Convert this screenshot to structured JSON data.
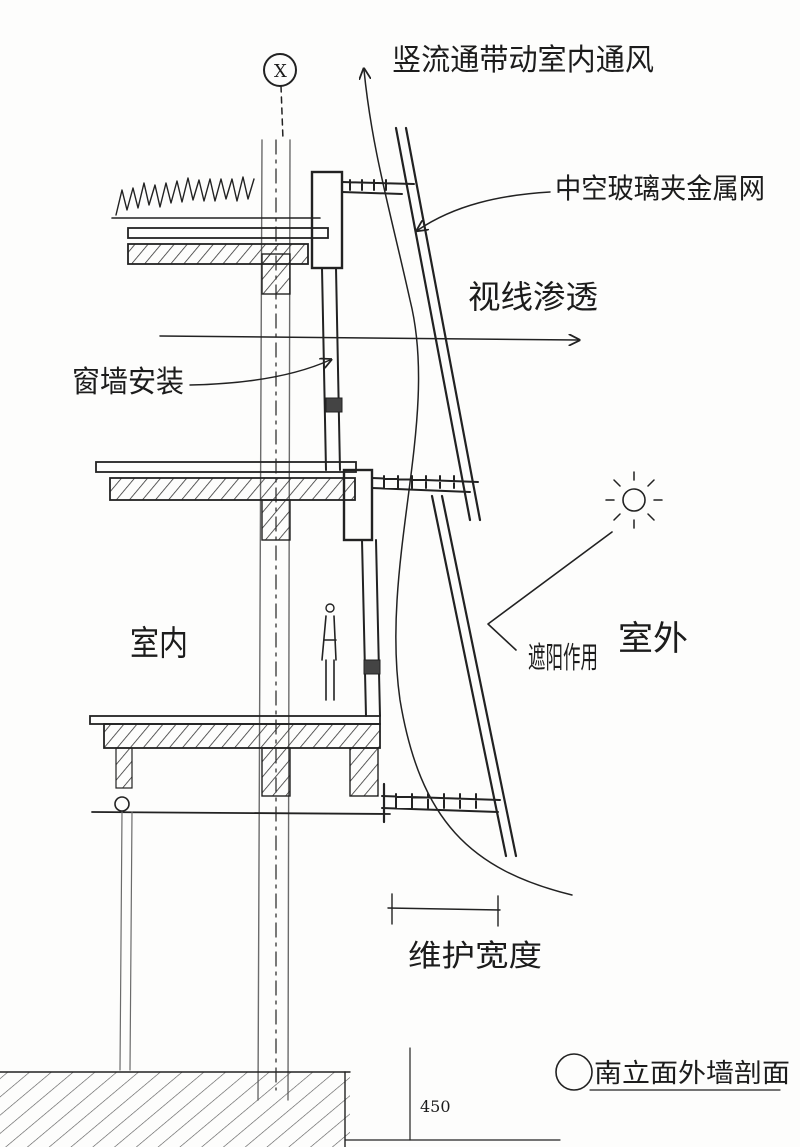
{
  "annotations": {
    "ventilation": "竖流通带动室内通风",
    "glass_mesh": "中空玻璃夹金属网",
    "sight": "视线渗透",
    "window_install": "窗墙安装",
    "indoor": "室内",
    "outdoor": "室外",
    "shading": "遮阳作用",
    "maintenance_width": "维护宽度",
    "section_title": "南立面外墙剖面",
    "dimension": "450",
    "axis_symbol": "X"
  },
  "colors": {
    "ink": "#222222",
    "pencil": "#6b6b6b",
    "paper": "#fdfdfc"
  }
}
